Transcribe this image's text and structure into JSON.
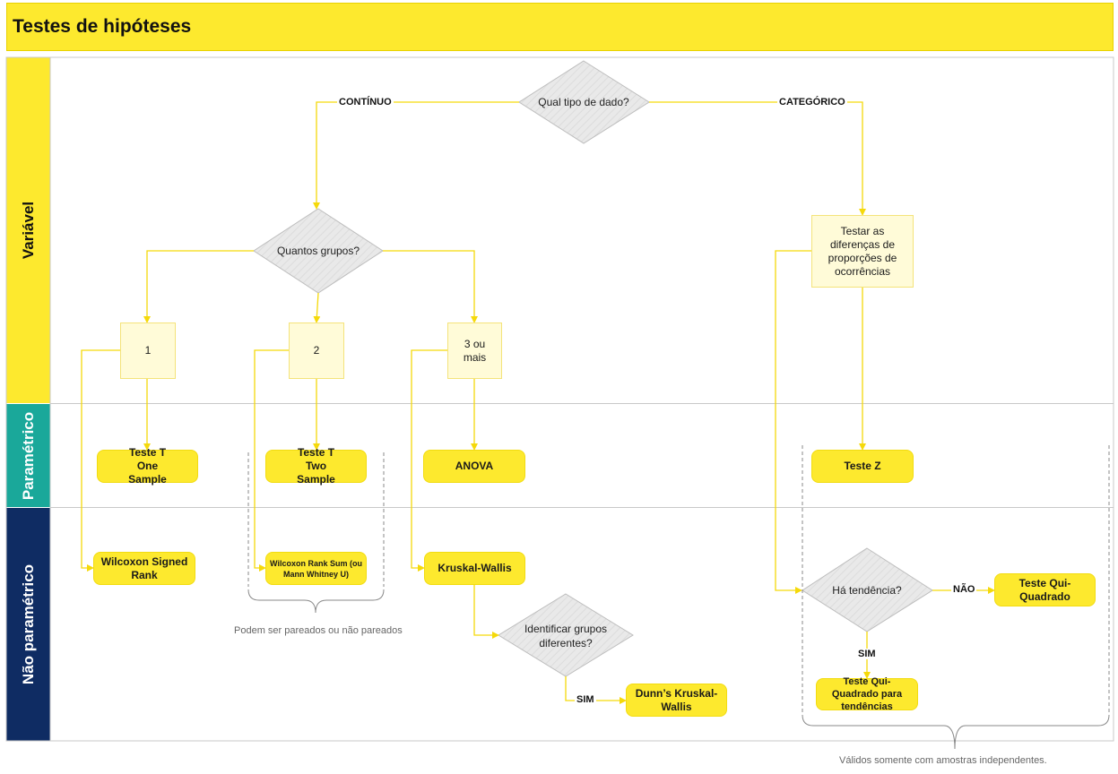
{
  "header": {
    "title": "Testes de hipóteses"
  },
  "lanes": {
    "variavel": "Variável",
    "parametrico": "Paramétrico",
    "nao_parametrico": "Não paramétrico"
  },
  "lane_colors": {
    "variavel": "#fde92e",
    "parametrico": "#1aa89a",
    "nao_parametrico": "#0f2c63"
  },
  "decisions": {
    "tipo_dado": "Qual tipo de dado?",
    "quantos_grupos": "Quantos grupos?",
    "ha_tendencia": "Há tendência?",
    "identificar_grupos": "Identificar grupos diferentes?"
  },
  "edge_labels": {
    "continuo": "CONTÍNUO",
    "categorico": "CATEGÓRICO",
    "nao": "NÃO",
    "sim_tendencia": "SIM",
    "sim_grupos": "SIM"
  },
  "groups": {
    "um": "1",
    "dois": "2",
    "tres_ou_mais": "3 ou mais"
  },
  "process": {
    "testar_proporcoes": "Testar as diferenças de proporções de ocorrências"
  },
  "tests": {
    "teste_t_one": "Teste T One Sample",
    "teste_t_two": "Teste T Two Sample",
    "anova": "ANOVA",
    "teste_z": "Teste Z",
    "wilcoxon_signed": "Wilcoxon Signed Rank",
    "wilcoxon_rank_sum": "Wilcoxon Rank Sum (ou Mann Whitney U)",
    "kruskal_wallis": "Kruskal-Wallis",
    "dunns": "Dunn’s Kruskal-Wallis",
    "qui_quadrado": "Teste Qui-Quadrado",
    "qui_quadrado_tendencias": "Teste Qui-Quadrado para tendências"
  },
  "notes": {
    "pareados": "Podem ser pareados ou não pareados",
    "validos": "Válidos somente com amostras independentes."
  }
}
